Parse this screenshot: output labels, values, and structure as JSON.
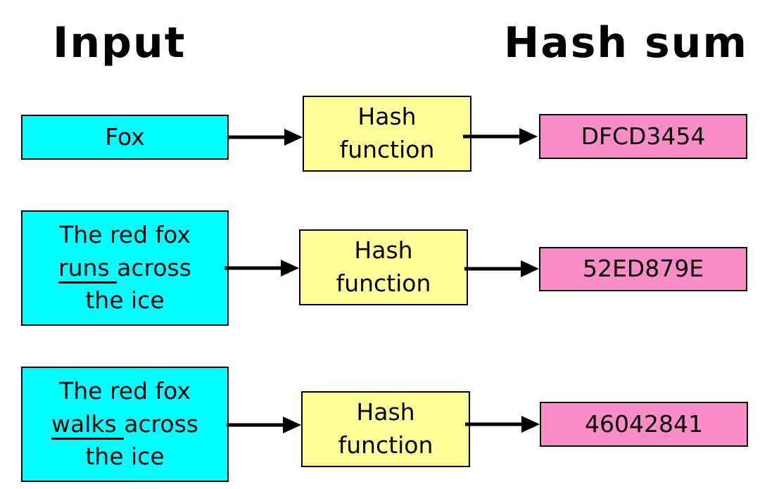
{
  "titles": {
    "input": "Input",
    "hash_sum": "Hash sum"
  },
  "colors": {
    "input_bg": "#00FFFF",
    "function_bg": "#FFFF99",
    "hash_bg": "#FA8CC8",
    "stroke": "#000000"
  },
  "rows": [
    {
      "input_text": "Fox",
      "function_label": "Hash function",
      "hash_sum": "DFCD3454"
    },
    {
      "input_line1": "The red fox",
      "input_underlined": "runs ",
      "input_line2_rest": "across",
      "input_line3": "the ice",
      "function_label": "Hash function",
      "hash_sum": "52ED879E"
    },
    {
      "input_line1": "The red fox",
      "input_underlined": "walks ",
      "input_line2_rest": "across",
      "input_line3": "the ice",
      "function_label": "Hash function",
      "hash_sum": "46042841"
    }
  ]
}
